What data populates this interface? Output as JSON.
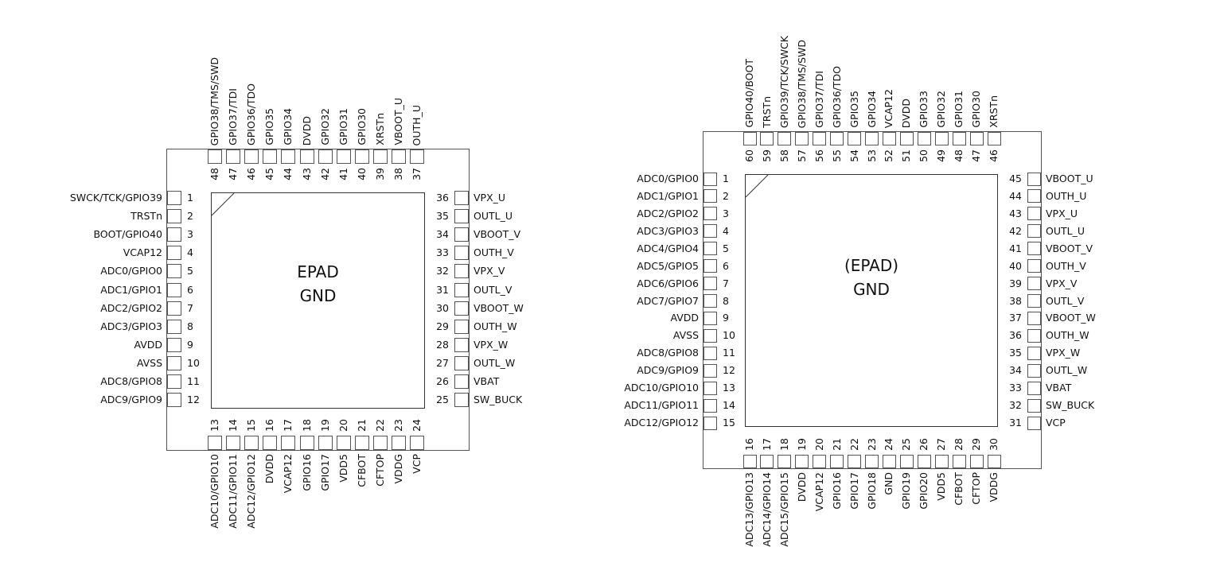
{
  "chips": [
    {
      "center_lines": [
        "EPAD",
        "GND"
      ],
      "left": [
        [
          "1",
          "SWCK/TCK/GPIO39"
        ],
        [
          "2",
          "TRSTn"
        ],
        [
          "3",
          "BOOT/GPIO40"
        ],
        [
          "4",
          "VCAP12"
        ],
        [
          "5",
          "ADC0/GPIO0"
        ],
        [
          "6",
          "ADC1/GPIO1"
        ],
        [
          "7",
          "ADC2/GPIO2"
        ],
        [
          "8",
          "ADC3/GPIO3"
        ],
        [
          "9",
          "AVDD"
        ],
        [
          "10",
          "AVSS"
        ],
        [
          "11",
          "ADC8/GPIO8"
        ],
        [
          "12",
          "ADC9/GPIO9"
        ]
      ],
      "bottom": [
        [
          "13",
          "ADC10/GPIO10"
        ],
        [
          "14",
          "ADC11/GPIO11"
        ],
        [
          "15",
          "ADC12/GPIO12"
        ],
        [
          "16",
          "DVDD"
        ],
        [
          "17",
          "VCAP12"
        ],
        [
          "18",
          "GPIO16"
        ],
        [
          "19",
          "GPIO17"
        ],
        [
          "20",
          "VDD5"
        ],
        [
          "21",
          "CFBOT"
        ],
        [
          "22",
          "CFTOP"
        ],
        [
          "23",
          "VDDG"
        ],
        [
          "24",
          "VCP"
        ]
      ],
      "right": [
        [
          "36",
          "VPX_U"
        ],
        [
          "35",
          "OUTL_U"
        ],
        [
          "34",
          "VBOOT_V"
        ],
        [
          "33",
          "OUTH_V"
        ],
        [
          "32",
          "VPX_V"
        ],
        [
          "31",
          "OUTL_V"
        ],
        [
          "30",
          "VBOOT_W"
        ],
        [
          "29",
          "OUTH_W"
        ],
        [
          "28",
          "VPX_W"
        ],
        [
          "27",
          "OUTL_W"
        ],
        [
          "26",
          "VBAT"
        ],
        [
          "25",
          "SW_BUCK"
        ]
      ],
      "top": [
        [
          "48",
          "GPIO38/TMS/SWD"
        ],
        [
          "47",
          "GPIO37/TDI"
        ],
        [
          "46",
          "GPIO36/TDO"
        ],
        [
          "45",
          "GPIO35"
        ],
        [
          "44",
          "GPIO34"
        ],
        [
          "43",
          "DVDD"
        ],
        [
          "42",
          "GPIO32"
        ],
        [
          "41",
          "GPIO31"
        ],
        [
          "40",
          "GPIO30"
        ],
        [
          "39",
          "XRSTn"
        ],
        [
          "38",
          "VBOOT_U"
        ],
        [
          "37",
          "OUTH_U"
        ]
      ]
    },
    {
      "center_lines": [
        "(EPAD)",
        "GND"
      ],
      "left": [
        [
          "1",
          "ADC0/GPIO0"
        ],
        [
          "2",
          "ADC1/GPIO1"
        ],
        [
          "3",
          "ADC2/GPIO2"
        ],
        [
          "4",
          "ADC3/GPIO3"
        ],
        [
          "5",
          "ADC4/GPIO4"
        ],
        [
          "6",
          "ADC5/GPIO5"
        ],
        [
          "7",
          "ADC6/GPIO6"
        ],
        [
          "8",
          "ADC7/GPIO7"
        ],
        [
          "9",
          "AVDD"
        ],
        [
          "10",
          "AVSS"
        ],
        [
          "11",
          "ADC8/GPIO8"
        ],
        [
          "12",
          "ADC9/GPIO9"
        ],
        [
          "13",
          "ADC10/GPIO10"
        ],
        [
          "14",
          "ADC11/GPIO11"
        ],
        [
          "15",
          "ADC12/GPIO12"
        ]
      ],
      "bottom": [
        [
          "16",
          "ADC13/GPIO13"
        ],
        [
          "17",
          "ADC14/GPIO14"
        ],
        [
          "18",
          "ADC15/GPIO15"
        ],
        [
          "19",
          "DVDD"
        ],
        [
          "20",
          "VCAP12"
        ],
        [
          "21",
          "GPIO16"
        ],
        [
          "22",
          "GPIO17"
        ],
        [
          "23",
          "GPIO18"
        ],
        [
          "24",
          "GND"
        ],
        [
          "25",
          "GPIO19"
        ],
        [
          "26",
          "GPIO20"
        ],
        [
          "27",
          "VDD5"
        ],
        [
          "28",
          "CFBOT"
        ],
        [
          "29",
          "CFTOP"
        ],
        [
          "30",
          "VDDG"
        ]
      ],
      "right": [
        [
          "45",
          "VBOOT_U"
        ],
        [
          "44",
          "OUTH_U"
        ],
        [
          "43",
          "VPX_U"
        ],
        [
          "42",
          "OUTL_U"
        ],
        [
          "41",
          "VBOOT_V"
        ],
        [
          "40",
          "OUTH_V"
        ],
        [
          "39",
          "VPX_V"
        ],
        [
          "38",
          "OUTL_V"
        ],
        [
          "37",
          "VBOOT_W"
        ],
        [
          "36",
          "OUTH_W"
        ],
        [
          "35",
          "VPX_W"
        ],
        [
          "34",
          "OUTL_W"
        ],
        [
          "33",
          "VBAT"
        ],
        [
          "32",
          "SW_BUCK"
        ],
        [
          "31",
          "VCP"
        ]
      ],
      "top": [
        [
          "60",
          "GPIO40/BOOT"
        ],
        [
          "59",
          "TRSTn"
        ],
        [
          "58",
          "GPIO39/TCK/SWCK"
        ],
        [
          "57",
          "GPIO38/TMS/SWD"
        ],
        [
          "56",
          "GPIO37/TDI"
        ],
        [
          "55",
          "GPIO36/TDO"
        ],
        [
          "54",
          "GPIO35"
        ],
        [
          "53",
          "GPIO34"
        ],
        [
          "52",
          "VCAP12"
        ],
        [
          "51",
          "DVDD"
        ],
        [
          "50",
          "GPIO33"
        ],
        [
          "49",
          "GPIO32"
        ],
        [
          "48",
          "GPIO31"
        ],
        [
          "47",
          "GPIO30"
        ],
        [
          "46",
          "XRSTn"
        ]
      ]
    }
  ]
}
